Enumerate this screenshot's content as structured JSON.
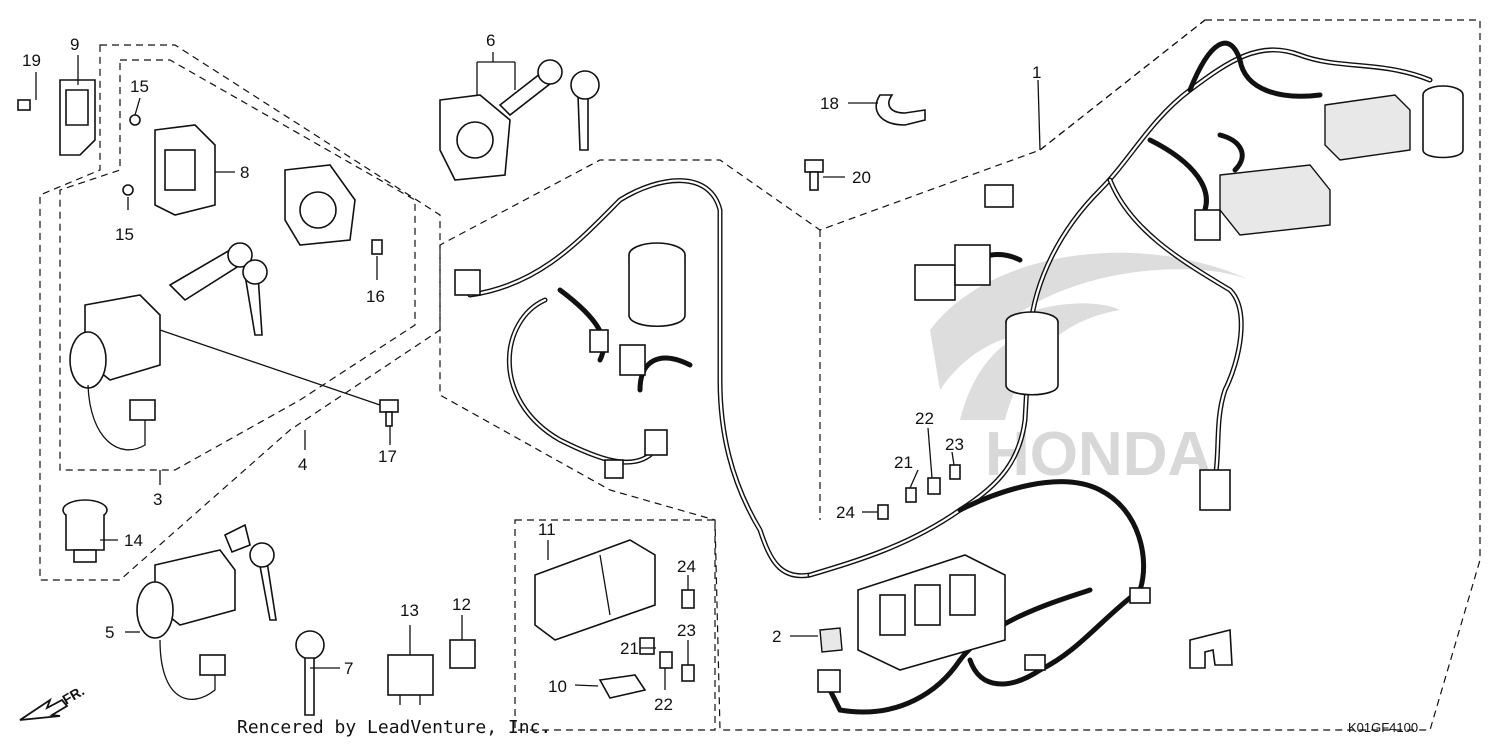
{
  "callouts": [
    {
      "num": "1"
    },
    {
      "num": "2"
    },
    {
      "num": "3"
    },
    {
      "num": "4"
    },
    {
      "num": "5"
    },
    {
      "num": "6"
    },
    {
      "num": "7"
    },
    {
      "num": "8"
    },
    {
      "num": "9"
    },
    {
      "num": "10"
    },
    {
      "num": "11"
    },
    {
      "num": "12"
    },
    {
      "num": "13"
    },
    {
      "num": "14"
    },
    {
      "num": "15"
    },
    {
      "num": "15"
    },
    {
      "num": "16"
    },
    {
      "num": "17"
    },
    {
      "num": "18"
    },
    {
      "num": "19"
    },
    {
      "num": "20"
    },
    {
      "num": "21"
    },
    {
      "num": "21"
    },
    {
      "num": "22"
    },
    {
      "num": "22"
    },
    {
      "num": "23"
    },
    {
      "num": "23"
    },
    {
      "num": "24"
    },
    {
      "num": "24"
    }
  ],
  "footer": {
    "credit": "Rencered by LeadVenture, Inc.",
    "diagram_code": "K01GF4100"
  },
  "direction_label": "FR.",
  "watermark": "HONDA"
}
